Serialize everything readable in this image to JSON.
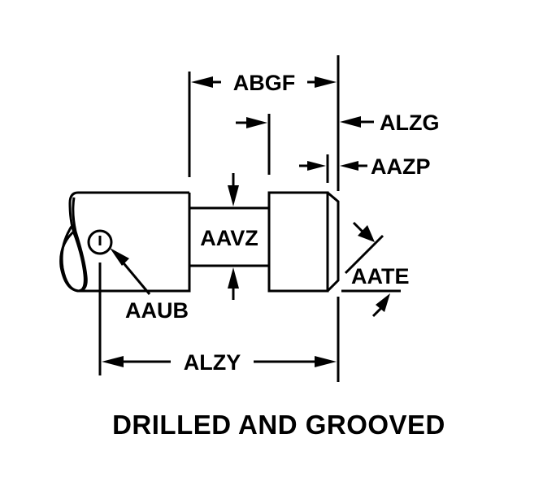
{
  "diagram": {
    "title": "DRILLED AND GROOVED",
    "subject": "pin-with-drilled-hole-and-groove",
    "dimensions": {
      "ABGF": "ABGF",
      "ALZG": "ALZG",
      "AAZP": "AAZP",
      "AAVZ": "AAVZ",
      "AAUB": "AAUB",
      "AATE": "AATE",
      "ALZY": "ALZY"
    },
    "colors": {
      "line": "#000000",
      "background": "#ffffff"
    }
  }
}
